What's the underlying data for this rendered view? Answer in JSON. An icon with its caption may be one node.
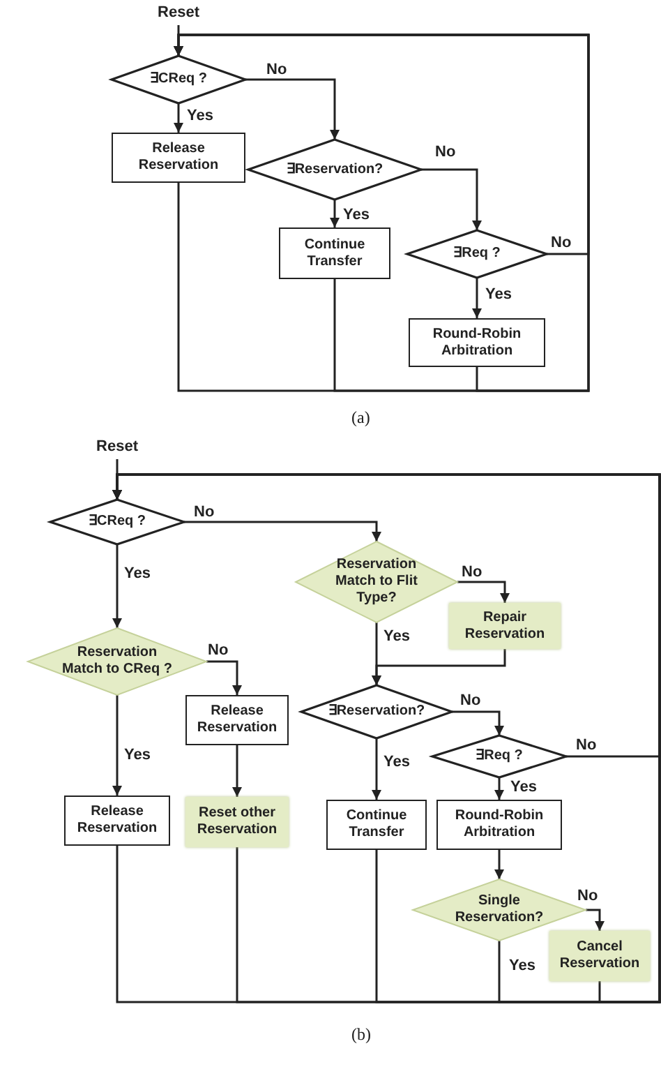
{
  "diagram": {
    "nodes": [
      {
        "text": [
          "Reset"
        ]
      },
      {
        "text": [
          "∃CReq ?"
        ]
      },
      {
        "text": [
          "Release Reservation"
        ]
      },
      {
        "text": [
          "∃Reservation?"
        ]
      },
      {
        "text": [
          "Continue Transfer"
        ]
      },
      {
        "text": [
          "∃Req ?"
        ]
      },
      {
        "text": [
          "Round-Robin Arbitration"
        ]
      },
      {
        "text": [
          "Reset"
        ]
      },
      {
        "text": [
          "∃CReq ?"
        ]
      },
      {
        "text": [
          "Reservation Match to CReq ?"
        ]
      },
      {
        "text": [
          "Release Reservation"
        ]
      },
      {
        "text": [
          "Reservation Match to Flit Type?"
        ]
      },
      {
        "text": [
          "Repair Reservation"
        ]
      },
      {
        "text": [
          "∃Reservation?"
        ]
      },
      {
        "text": [
          "∃Req ?"
        ]
      },
      {
        "text": [
          "Release Reservation"
        ]
      },
      {
        "text": [
          "Reset other Reservation"
        ]
      },
      {
        "text": [
          "Continue Transfer"
        ]
      },
      {
        "text": [
          "Round-Robin Arbitration"
        ]
      },
      {
        "text": [
          "Single Reservation?"
        ]
      },
      {
        "text": [
          "Cancel Reservation"
        ]
      }
    ],
    "edges": [
      {
        "from": 0,
        "to": 1,
        "arrow": "to"
      },
      {
        "from": 1,
        "to": 2,
        "arrow": "to",
        "label": "Yes"
      },
      {
        "from": 1,
        "to": 3,
        "arrow": "to",
        "label": "No"
      },
      {
        "from": 3,
        "to": 4,
        "arrow": "to",
        "label": "Yes"
      },
      {
        "from": 3,
        "to": 5,
        "arrow": "to",
        "label": "No"
      },
      {
        "from": 5,
        "to": 6,
        "arrow": "to",
        "label": "Yes"
      },
      {
        "from": 5,
        "to": 1,
        "arrow": "to",
        "label": "No"
      },
      {
        "from": 2,
        "to": 1,
        "arrow": "to"
      },
      {
        "from": 4,
        "to": 1,
        "arrow": "to"
      },
      {
        "from": 6,
        "to": 1,
        "arrow": "to"
      },
      {
        "from": 7,
        "to": 8,
        "arrow": "to"
      },
      {
        "from": 8,
        "to": 9,
        "arrow": "to",
        "label": "Yes"
      },
      {
        "from": 8,
        "to": 11,
        "arrow": "to",
        "label": "No"
      },
      {
        "from": 9,
        "to": 15,
        "arrow": "to",
        "label": "Yes"
      },
      {
        "from": 9,
        "to": 10,
        "arrow": "to",
        "label": "No"
      },
      {
        "from": 10,
        "to": 16,
        "arrow": "to"
      },
      {
        "from": 11,
        "to": 12,
        "arrow": "to",
        "label": "No"
      },
      {
        "from": 11,
        "to": 13,
        "arrow": "to",
        "label": "Yes"
      },
      {
        "from": 12,
        "to": 13,
        "arrow": "to"
      },
      {
        "from": 13,
        "to": 17,
        "arrow": "to",
        "label": "Yes"
      },
      {
        "from": 13,
        "to": 14,
        "arrow": "to",
        "label": "No"
      },
      {
        "from": 14,
        "to": 18,
        "arrow": "to",
        "label": "Yes"
      },
      {
        "from": 14,
        "to": 8,
        "arrow": "to",
        "label": "No"
      },
      {
        "from": 18,
        "to": 19,
        "arrow": "to"
      },
      {
        "from": 19,
        "to": 20,
        "arrow": "to",
        "label": "No"
      },
      {
        "from": 15,
        "to": 8,
        "arrow": "to"
      },
      {
        "from": 16,
        "to": 8,
        "arrow": "to"
      },
      {
        "from": 17,
        "to": 8,
        "arrow": "to"
      },
      {
        "from": 19,
        "to": 8,
        "arrow": "to",
        "label": "Yes"
      },
      {
        "from": 20,
        "to": 8,
        "arrow": "to"
      }
    ],
    "labels": [
      "(a)",
      "(b)"
    ]
  }
}
